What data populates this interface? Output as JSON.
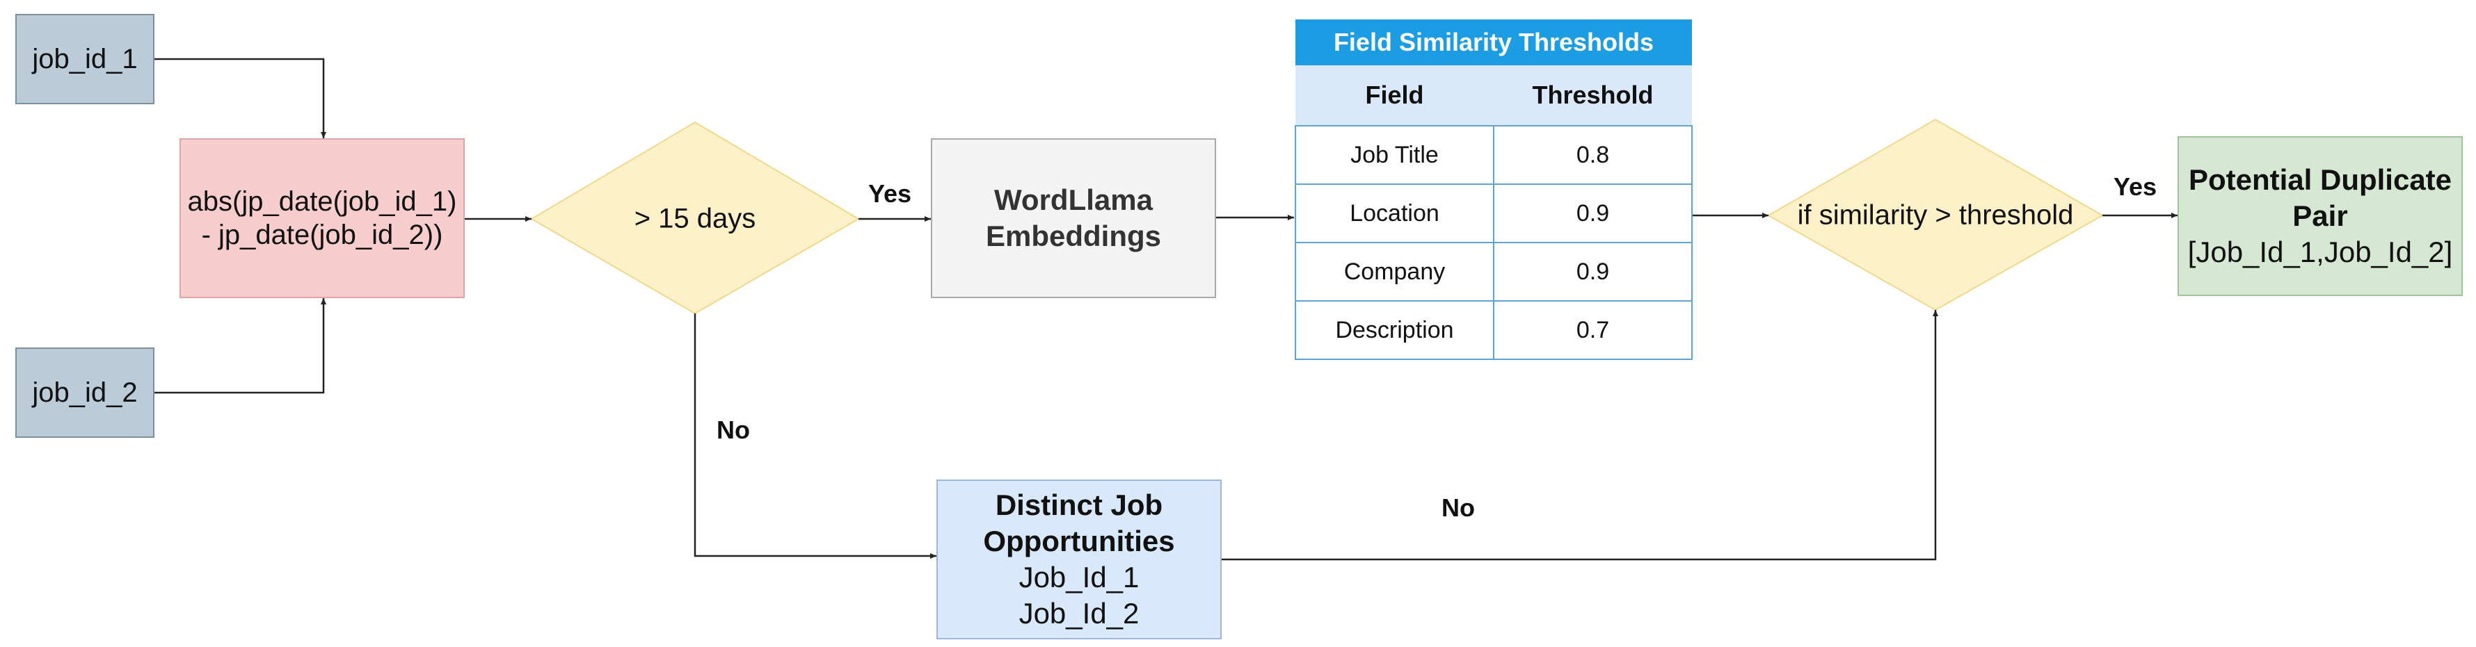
{
  "inputs": {
    "job1": "job_id_1",
    "job2": "job_id_2"
  },
  "calc": {
    "line1": "abs(jp_date(job_id_1)",
    "line2": "- jp_date(job_id_2))"
  },
  "decision_days": {
    "label": "> 15 days"
  },
  "embeddings": {
    "line1": "WordLlama",
    "line2": "Embeddings"
  },
  "table": {
    "title": "Field Similarity Thresholds",
    "headers": [
      "Field",
      "Threshold"
    ],
    "rows": [
      [
        "Job Title",
        "0.8"
      ],
      [
        "Location",
        "0.9"
      ],
      [
        "Company",
        "0.9"
      ],
      [
        "Description",
        "0.7"
      ]
    ]
  },
  "decision_similarity": {
    "label": "if similarity > threshold"
  },
  "result": {
    "line1": "Potential Duplicate",
    "line2": "Pair",
    "line3": "[Job_Id_1,Job_Id_2]"
  },
  "distinct": {
    "line1": "Distinct Job",
    "line2": "Opportunities",
    "line3": "Job_Id_1",
    "line4": "Job_Id_2"
  },
  "edge_labels": {
    "yes1": "Yes",
    "no1": "No",
    "yes2": "Yes",
    "no2": "No"
  },
  "colors": {
    "input_fill": "#bccbd8",
    "calc_fill": "#f8cdcd",
    "decision_fill": "#fdf1c9",
    "embed_fill": "#f4f4f4",
    "table_header": "#1b9ce3",
    "distinct_fill": "#dae8fb",
    "result_fill": "#d6e8d3"
  }
}
